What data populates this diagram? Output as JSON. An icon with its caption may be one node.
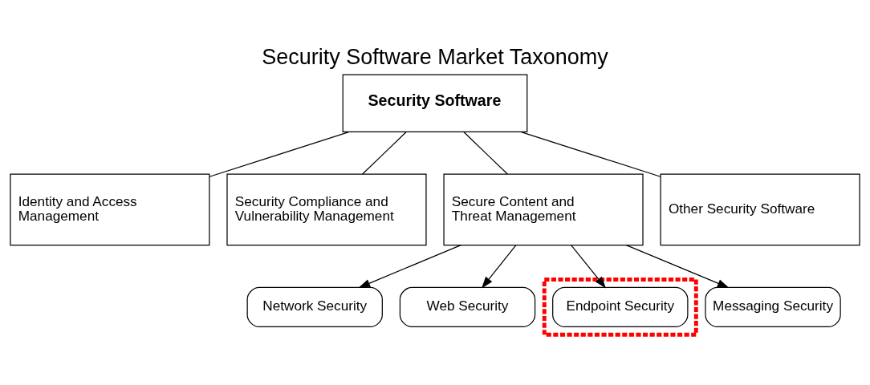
{
  "diagram": {
    "title": "Security Software Market Taxonomy",
    "nodes": [
      {
        "text": [
          "Security Software"
        ]
      },
      {
        "text": [
          "Identity and Access Management"
        ]
      },
      {
        "text": [
          "Security Compliance and Vulnerability Management"
        ]
      },
      {
        "text": [
          "Secure Content and Threat Management"
        ]
      },
      {
        "text": [
          "Other Security Software"
        ]
      },
      {
        "text": [
          "Network Security"
        ]
      },
      {
        "text": [
          "Web Security"
        ]
      },
      {
        "text": [],
        "shape": "box"
      },
      {
        "text": [
          "Endpoint Security"
        ],
        "in": 7
      },
      {
        "text": [
          "Messaging Security"
        ]
      }
    ],
    "edges": [
      {
        "from": 0,
        "to": 1,
        "arrow": "none"
      },
      {
        "from": 0,
        "to": 2,
        "arrow": "none"
      },
      {
        "from": 0,
        "to": 3,
        "arrow": "none"
      },
      {
        "from": 0,
        "to": 4,
        "arrow": "none"
      },
      {
        "from": 3,
        "to": 5,
        "arrow": "to"
      },
      {
        "from": 3,
        "to": 6,
        "arrow": "to"
      },
      {
        "from": 3,
        "to": 8,
        "arrow": "to"
      },
      {
        "from": 3,
        "to": 9,
        "arrow": "to"
      }
    ]
  }
}
